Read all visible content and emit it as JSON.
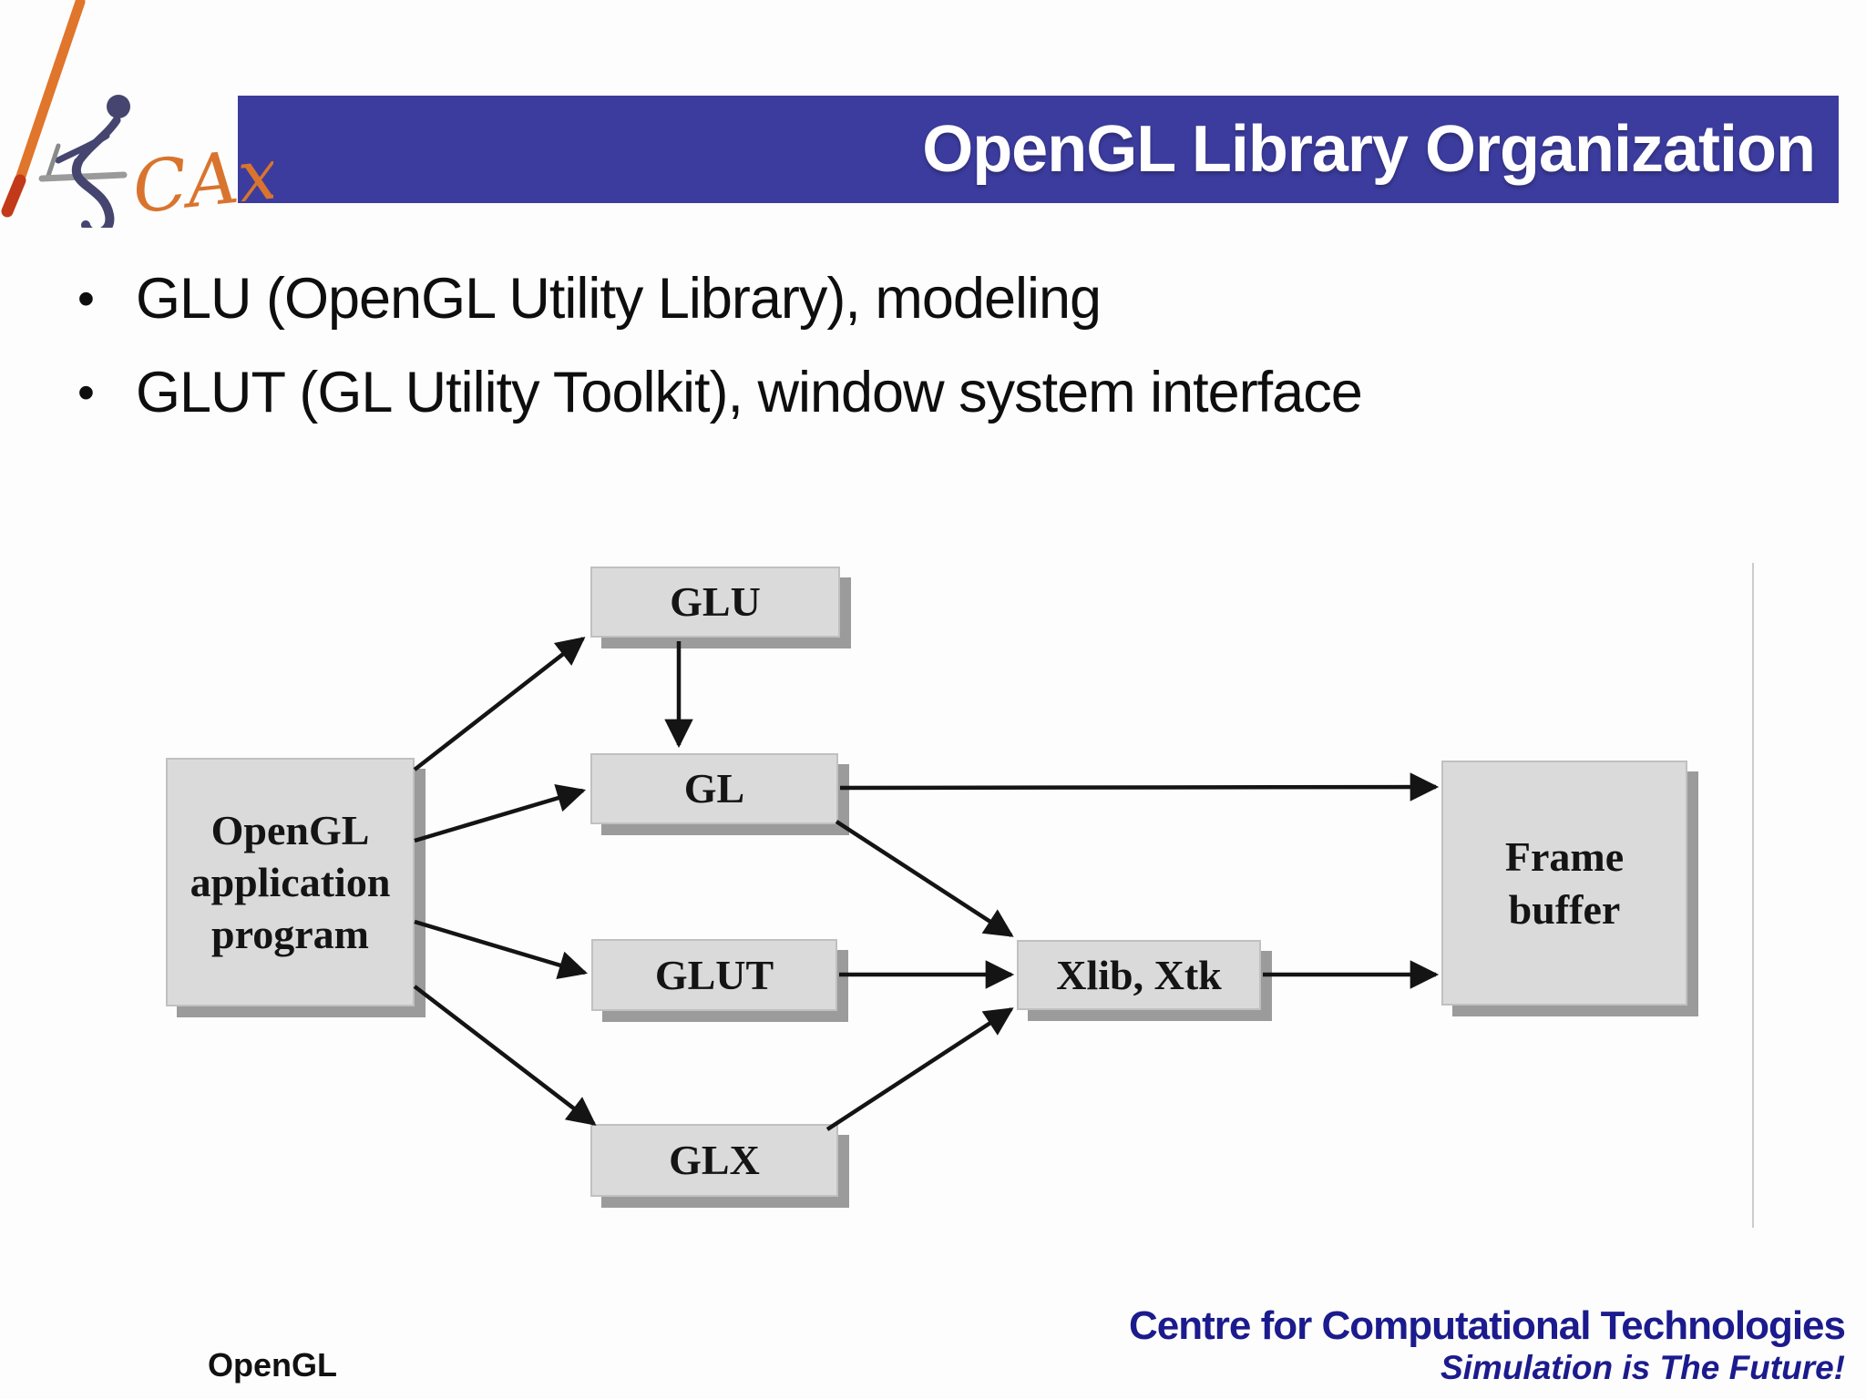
{
  "header": {
    "title": "OpenGL Library Organization",
    "bar_color": "#3c3c9e"
  },
  "logo": {
    "text": "CAx",
    "orange": "#dd762c",
    "dark_blue": "#454570"
  },
  "bullets": [
    {
      "marker": "•",
      "text": "GLU (OpenGL Utility Library), modeling"
    },
    {
      "marker": "•",
      "text": "GLUT (GL Utility Toolkit), window system interface"
    }
  ],
  "diagram": {
    "box_fill": "#dadada",
    "box_shadow": "#9b9b9b",
    "nodes": {
      "app": {
        "label": "OpenGL application program",
        "line1": "OpenGL",
        "line2": "application",
        "line3": "program"
      },
      "glu": {
        "label": "GLU"
      },
      "gl": {
        "label": "GL"
      },
      "glut": {
        "label": "GLUT"
      },
      "glx": {
        "label": "GLX"
      },
      "xlib": {
        "label": "Xlib, Xtk"
      },
      "fb": {
        "label": "Frame buffer",
        "line1": "Frame",
        "line2": "buffer"
      }
    },
    "edges": [
      {
        "from": "OpenGL application program",
        "to": "GLU"
      },
      {
        "from": "OpenGL application program",
        "to": "GL"
      },
      {
        "from": "OpenGL application program",
        "to": "GLUT"
      },
      {
        "from": "OpenGL application program",
        "to": "GLX"
      },
      {
        "from": "GLU",
        "to": "GL"
      },
      {
        "from": "GL",
        "to": "Frame buffer"
      },
      {
        "from": "GL",
        "to": "Xlib, Xtk"
      },
      {
        "from": "GLUT",
        "to": "Xlib, Xtk"
      },
      {
        "from": "GLX",
        "to": "Xlib, Xtk"
      },
      {
        "from": "Xlib, Xtk",
        "to": "Frame buffer"
      }
    ]
  },
  "footer": {
    "left": "OpenGL",
    "org": "Centre for Computational Technologies",
    "tagline": "Simulation is The Future!",
    "blue": "#1b1b8e"
  }
}
